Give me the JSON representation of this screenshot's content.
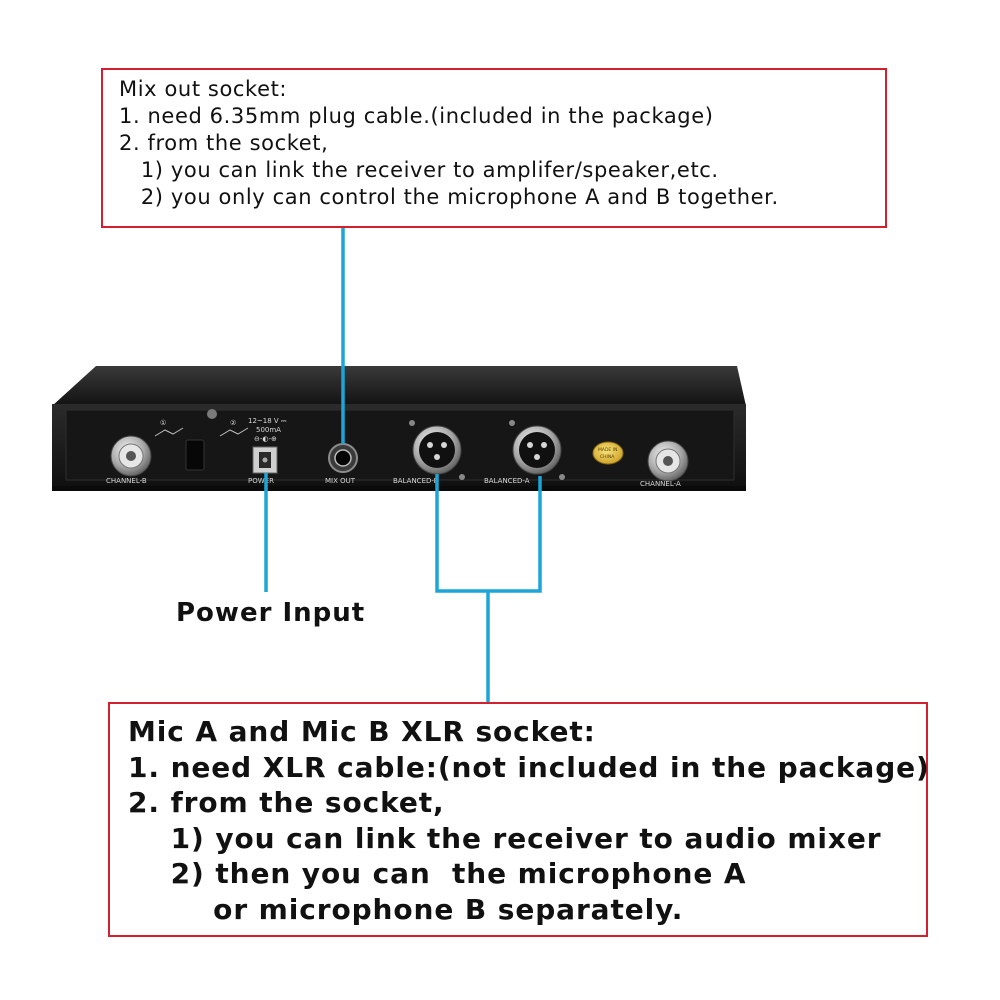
{
  "mix_out_callout": {
    "lines": [
      "Mix out socket:",
      "1. need 6.35mm plug cable.(included in the package)",
      "2. from the socket,",
      "   1) you can link the receiver to amplifer/speaker,etc.",
      "   2) you only can control the microphone A and B together."
    ]
  },
  "power_label": "Power Input",
  "xlr_callout": {
    "lines": [
      "Mic A and Mic B XLR socket:",
      "1. need XLR cable:(not included in the package)",
      "2. from the socket,",
      "    1) you can link the receiver to audio mixer",
      "    2) then you can  the microphone A",
      "        or microphone B separately."
    ]
  },
  "panel_labels": {
    "channel_b": "CHANNEL-B",
    "power": "POWER",
    "mix_out": "MIX OUT",
    "balanced_b": "BALANCED-B",
    "balanced_a": "BALANCED-A",
    "channel_a": "CHANNEL-A",
    "voltage": "12~18 V ⎓",
    "current": "500mA",
    "made_in_1": "MADE IN",
    "made_in_2": "CHINA",
    "antenna_1": "①",
    "antenna_2": "②"
  },
  "colors": {
    "callout_border": "#d32030",
    "leader_line": "#1ca5d6",
    "device_body": "#1a1a1a"
  },
  "icons": [
    "bnc-connector-icon",
    "jack-socket-icon",
    "xlr-connector-icon",
    "dc-socket-icon"
  ]
}
